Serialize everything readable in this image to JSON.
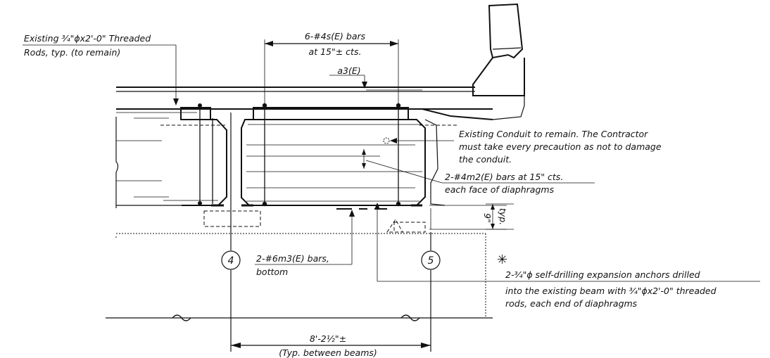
{
  "notes": {
    "existing_rods_line1": "Existing ³⁄₄\"ϕx2'-0\" Threaded",
    "existing_rods_line2": "Rods, typ. (to remain)",
    "top_bars_line1": "6-#4s(E) bars",
    "top_bars_line2": "at 15\"± cts.",
    "a3_label": "a3(E)",
    "conduit_line1": "Existing Conduit to remain. The Contractor",
    "conduit_line2": "must take every precaution as not to damage",
    "conduit_line3": "the conduit.",
    "face_bars_line1": "2-#4m2(E) bars at 15\" cts.",
    "face_bars_line2": "each face of diaphragms",
    "bottom_bars_line1": "2-#6m3(E) bars,",
    "bottom_bars_line2": "bottom",
    "nine_inch": "9\"",
    "typ": "typ.",
    "anchor_line1": "2-³⁄₄\"ϕ self-drilling expansion anchors drilled",
    "anchor_line2": "into the existing beam with ³⁄₄\"ϕx2'-0\" threaded",
    "anchor_line3": "rods, each end of diaphragms",
    "dim_spacing": "8'-2½\"±",
    "dim_note": "(Typ. between beams)",
    "asterisk": "✳"
  },
  "grid_lines": {
    "line_4": "4",
    "line_5": "5"
  }
}
